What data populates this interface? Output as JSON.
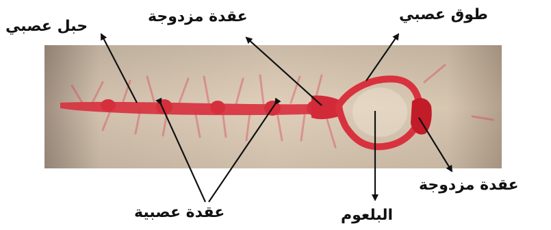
{
  "labels": {
    "nerve_cord": "حبل عصبي",
    "double_ganglion_top": "عقدة مزدوجة",
    "nerve_collar": "طوق عصبي",
    "double_ganglion_right": "عقدة مزدوجة",
    "pharynx": "البلعوم",
    "nerve_ganglia": "عقدة عصبية"
  },
  "colors": {
    "specimen_background": "#d8c7b2",
    "nerve_tissue": "#d8323f",
    "dark_ganglion": "#c21c28",
    "arrow": "#111111",
    "page_background": "#ffffff"
  }
}
